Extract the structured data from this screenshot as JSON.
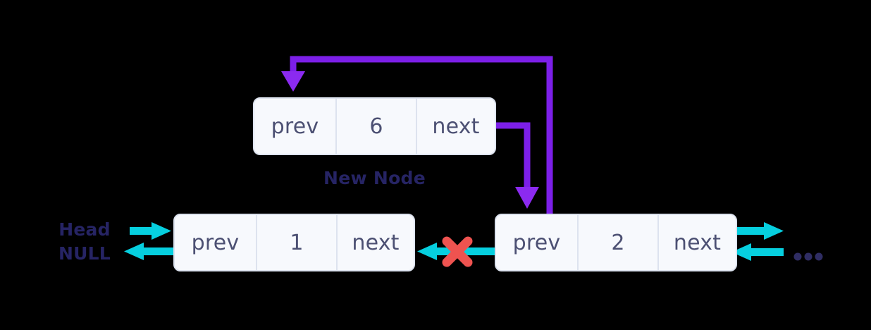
{
  "diagram": {
    "title_caption": "New Node",
    "head_label": "Head",
    "null_label": "NULL",
    "ellipsis": "•••",
    "colors": {
      "background": "#000000",
      "node_fill": "#f7f9fd",
      "node_border": "#dde3ef",
      "node_text": "#4c5073",
      "caption_text": "#262464",
      "pointer_cyan": "#06cfdf",
      "pointer_purple": "#7c1fe8",
      "broken_link_red": "#ef5350",
      "ellipsis_dot": "#2f2d63"
    },
    "nodes": [
      {
        "id": "new-node",
        "caption": "New Node",
        "prev_label": "prev",
        "value": "6",
        "next_label": "next"
      },
      {
        "id": "node-one",
        "caption": "",
        "prev_label": "prev",
        "value": "1",
        "next_label": "next"
      },
      {
        "id": "node-two",
        "caption": "",
        "prev_label": "prev",
        "value": "2",
        "next_label": "next"
      }
    ],
    "links": [
      {
        "name": "head-forward",
        "from": "Head",
        "to": "node-one",
        "color": "#06cfdf",
        "style": "solid",
        "broken": false
      },
      {
        "name": "node-one-prev-null",
        "from": "node-one.prev",
        "to": "NULL",
        "color": "#06cfdf",
        "style": "solid",
        "broken": false
      },
      {
        "name": "node-two-prev-broken",
        "from": "node-two.prev",
        "to": "node-one",
        "color": "#06cfdf",
        "style": "solid",
        "broken": true
      },
      {
        "name": "node-two-next-forward",
        "from": "node-two.next",
        "to": "rest-of-list",
        "color": "#06cfdf",
        "style": "solid",
        "broken": false
      },
      {
        "name": "rest-of-list-back",
        "from": "rest-of-list",
        "to": "node-two",
        "color": "#06cfdf",
        "style": "solid",
        "broken": false
      },
      {
        "name": "new-node-next-to-node-two",
        "from": "new-node.next",
        "to": "node-two",
        "color": "#7c1fe8",
        "style": "solid",
        "broken": false
      },
      {
        "name": "node-two-prev-to-new-node",
        "from": "node-two.prev",
        "to": "new-node",
        "color": "#7c1fe8",
        "style": "solid",
        "broken": false
      }
    ]
  }
}
